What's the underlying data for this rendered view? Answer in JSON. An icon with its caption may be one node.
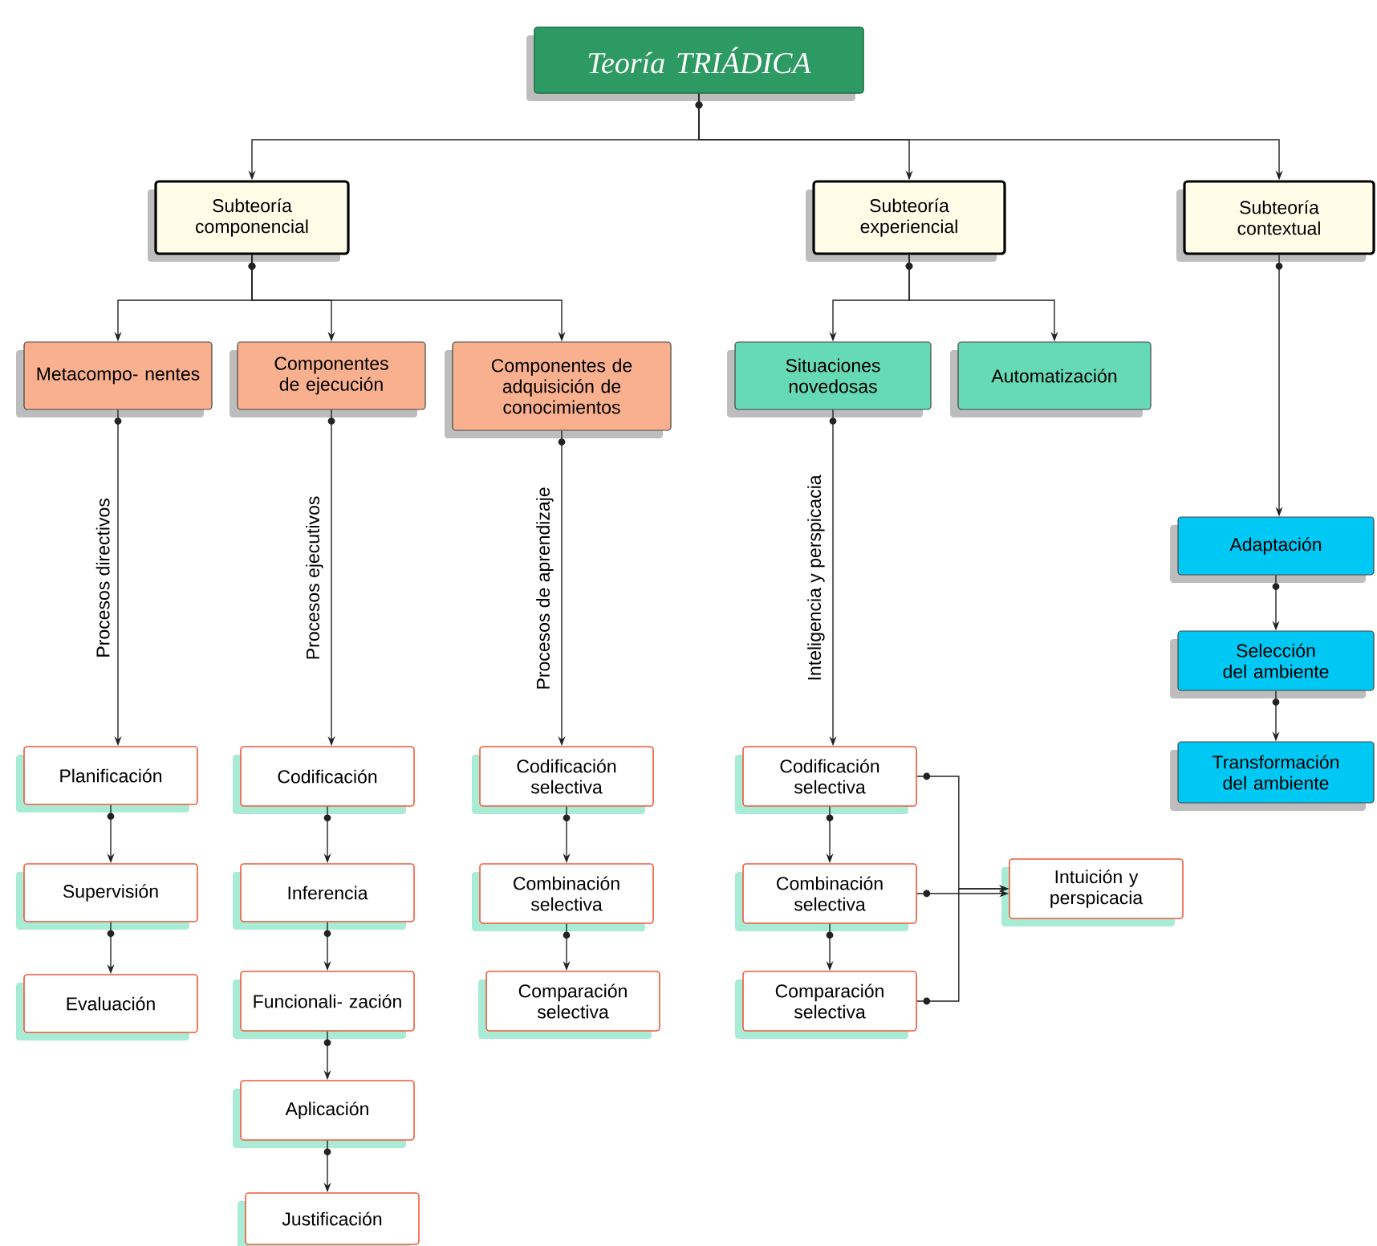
{
  "diagram": {
    "nodes": [
      {
        "text": [
          "Teoría TRIÁDICA"
        ]
      },
      {
        "text": [
          "Subteoría componencial"
        ]
      },
      {
        "text": [
          "Subteoría experiencial"
        ]
      },
      {
        "text": [
          "Subteoría contextual"
        ]
      },
      {
        "text": [
          "Metacompo- nentes"
        ]
      },
      {
        "text": [
          "Componentes de ejecución"
        ]
      },
      {
        "text": [
          "Componentes de adquisición de conocimientos"
        ]
      },
      {
        "text": [
          "Situaciones novedosas"
        ]
      },
      {
        "text": [
          "Automatización"
        ]
      },
      {
        "text": [
          "Planificación"
        ]
      },
      {
        "text": [
          "Supervisión"
        ]
      },
      {
        "text": [
          "Evaluación"
        ]
      },
      {
        "text": [
          "Codificación"
        ]
      },
      {
        "text": [
          "Inferencia"
        ]
      },
      {
        "text": [
          "Funcionali- zación"
        ]
      },
      {
        "text": [
          "Aplicación"
        ]
      },
      {
        "text": [
          "Justificación"
        ]
      },
      {
        "text": [
          "Codificación selectiva"
        ]
      },
      {
        "text": [
          "Combinación selectiva"
        ]
      },
      {
        "text": [
          "Comparación selectiva"
        ]
      },
      {
        "text": [
          "Codificación selectiva"
        ]
      },
      {
        "text": [
          "Combinación selectiva"
        ]
      },
      {
        "text": [
          "Comparación selectiva"
        ]
      },
      {
        "text": [
          "Intuición y perspicacia"
        ]
      },
      {
        "text": [
          "Adaptación"
        ]
      },
      {
        "text": [
          "Selección del ambiente"
        ]
      },
      {
        "text": [
          "Transformación del ambiente"
        ]
      }
    ],
    "edges": [
      {
        "from": 0,
        "to": 1,
        "arrow": "to"
      },
      {
        "from": 0,
        "to": 2,
        "arrow": "to"
      },
      {
        "from": 0,
        "to": 3,
        "arrow": "to"
      },
      {
        "from": 1,
        "to": 4,
        "arrow": "to"
      },
      {
        "from": 1,
        "to": 5,
        "arrow": "to"
      },
      {
        "from": 1,
        "to": 6,
        "arrow": "to"
      },
      {
        "from": 2,
        "to": 7,
        "arrow": "to"
      },
      {
        "from": 2,
        "to": 8,
        "arrow": "to"
      },
      {
        "from": 4,
        "to": 9,
        "arrow": "to",
        "label": "Procesos directivos"
      },
      {
        "from": 9,
        "to": 10,
        "arrow": "to"
      },
      {
        "from": 10,
        "to": 11,
        "arrow": "to"
      },
      {
        "from": 5,
        "to": 12,
        "arrow": "to",
        "label": "Procesos ejecutivos"
      },
      {
        "from": 12,
        "to": 13,
        "arrow": "to"
      },
      {
        "from": 13,
        "to": 14,
        "arrow": "to"
      },
      {
        "from": 14,
        "to": 15,
        "arrow": "to"
      },
      {
        "from": 15,
        "to": 16,
        "arrow": "to"
      },
      {
        "from": 6,
        "to": 17,
        "arrow": "to",
        "label": "Procesos de aprendizaje"
      },
      {
        "from": 17,
        "to": 18,
        "arrow": "to"
      },
      {
        "from": 18,
        "to": 19,
        "arrow": "to"
      },
      {
        "from": 7,
        "to": 20,
        "arrow": "to",
        "label": "Inteligencia y perspicacia"
      },
      {
        "from": 20,
        "to": 21,
        "arrow": "to"
      },
      {
        "from": 21,
        "to": 22,
        "arrow": "to"
      },
      {
        "from": 20,
        "to": 23,
        "arrow": "to"
      },
      {
        "from": 21,
        "to": 23,
        "arrow": "to"
      },
      {
        "from": 22,
        "to": 23,
        "arrow": "to"
      },
      {
        "from": 3,
        "to": 24,
        "arrow": "to"
      },
      {
        "from": 24,
        "to": 25,
        "arrow": "to"
      },
      {
        "from": 25,
        "to": 26,
        "arrow": "to"
      }
    ]
  }
}
